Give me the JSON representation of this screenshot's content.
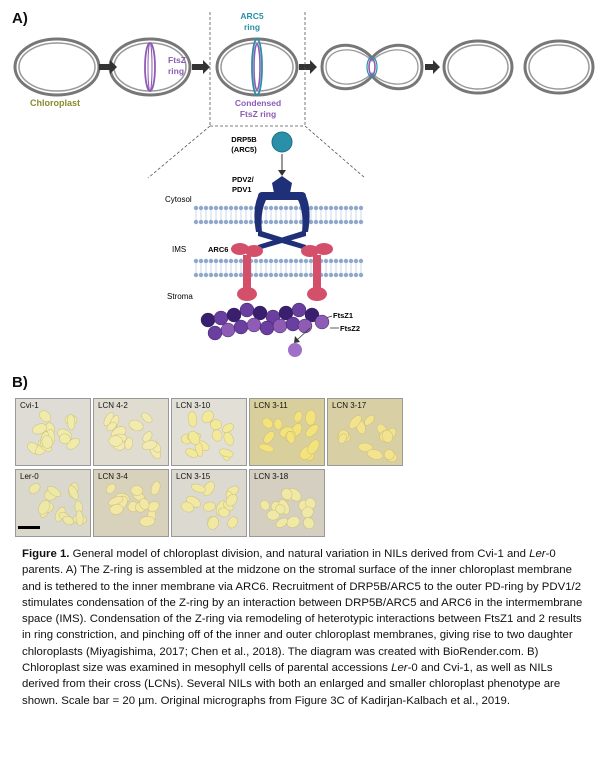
{
  "panel_a_label": "A)",
  "panel_b_label": "B)",
  "diagram": {
    "chloroplast_label": "Chloroplast",
    "ftsz_ring_label_1": "FtsZ",
    "ftsz_ring_label_2": "ring",
    "arc5_ring_label_1": "ARC5",
    "arc5_ring_label_2": "ring",
    "condensed_label_1": "Condensed",
    "condensed_label_2": "FtsZ ring",
    "drp5b_label_1": "DRP5B",
    "drp5b_label_2": "(ARC5)",
    "pdv_label_1": "PDV2/",
    "pdv_label_2": "PDV1",
    "cytosol_label": "Cytosol",
    "ims_label": "IMS",
    "arc6_label": "ARC6",
    "stroma_label": "Stroma",
    "ftsz1_label": "FtsZ1",
    "ftsz2_label": "FtsZ2",
    "colors": {
      "chloroplast_text": "#8a8a2e",
      "ftsz": "#8e5bb5",
      "arc5": "#2a8fa8",
      "pdv": "#1f2f78",
      "arc6": "#d4506a",
      "membrane": "#8fa8cc"
    }
  },
  "micrographs": [
    {
      "label": "Cvi-1"
    },
    {
      "label": "LCN 4-2"
    },
    {
      "label": "LCN 3-10"
    },
    {
      "label": "LCN 3-11"
    },
    {
      "label": "LCN 3-17"
    },
    {
      "label": "Ler-0"
    },
    {
      "label": "LCN 3-4"
    },
    {
      "label": "LCN 3-15"
    },
    {
      "label": "LCN 3-18"
    }
  ],
  "caption": {
    "figure_label": "Figure 1.",
    "part1": " General model of chloroplast division, and natural variation in NILs derived from Cvi-1 and ",
    "ler1": "Ler",
    "part2": "-0 parents. A) The Z-ring is assembled at the midzone on the stromal surface of the inner chloroplast membrane and is tethered to the inner membrane via ARC6. Recruitment of DRP5B/ARC5 to the outer PD-ring by PDV1/2 stimulates condensation of the Z-ring by an interaction between DRP5B/ARC5 and ARC6 in the intermembrane space (IMS). Condensation of the Z-ring via remodeling of heterotypic interactions between FtsZ1 and 2 results in ring constriction, and pinching off of the inner and outer chloroplast membranes, giving rise to two daughter chloroplasts (Miyagishima, 2017; Chen et al., 2018). The diagram was created with BioRender.com. B) Chloroplast size was examined in mesophyll cells of parental accessions ",
    "ler2": "Ler",
    "part3": "-0 and Cvi-1, as well as NILs derived from their cross (LCNs). Several NILs with both an enlarged and smaller chloroplast phenotype are shown. Scale bar = 20 µm. Original micrographs from Figure 3C of Kadirjan-Kalbach et al., 2019."
  }
}
